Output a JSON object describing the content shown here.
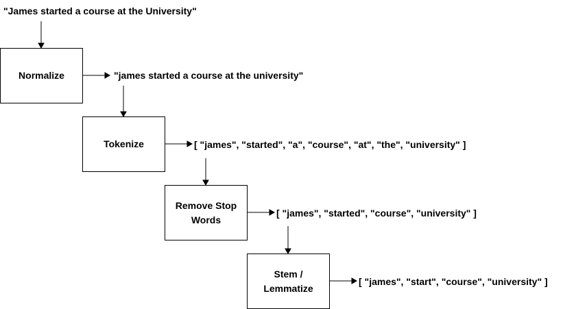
{
  "input_text": "\"James started a course at the University\"",
  "steps": [
    {
      "label_lines": [
        "Normalize"
      ],
      "output": "\"james started a course at the university\""
    },
    {
      "label_lines": [
        "Tokenize"
      ],
      "output": "[ \"james\", \"started\", \"a\", \"course\", \"at\", \"the\", \"university\" ]"
    },
    {
      "label_lines": [
        "Remove Stop",
        "Words"
      ],
      "output": "[ \"james\", \"started\", \"course\", \"university\" ]"
    },
    {
      "label_lines": [
        "Stem /",
        "Lemmatize"
      ],
      "output": "[ \"james\", \"start\", \"course\", \"university\" ]"
    }
  ]
}
